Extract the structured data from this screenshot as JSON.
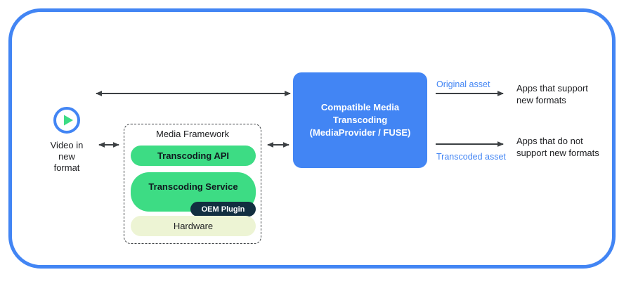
{
  "frame": {
    "border_color": "#4285F4"
  },
  "source": {
    "icon": "play-circle-icon",
    "label": "Video in\nnew\nformat",
    "ring_color": "#4285F4",
    "triangle_color": "#3DDC84"
  },
  "media_framework": {
    "title": "Media Framework",
    "boxes": [
      {
        "label": "Transcoding API",
        "color": "#3DDC84"
      },
      {
        "label": "Transcoding Service",
        "color": "#3DDC84"
      },
      {
        "label": "Hardware",
        "color": "#EDF4D4"
      }
    ],
    "badge": {
      "label": "OEM Plugin",
      "color": "#122E40"
    }
  },
  "cmt": {
    "label": "Compatible Media\nTranscoding\n(MediaProvider / FUSE)",
    "color": "#4285F4"
  },
  "outputs": {
    "original": {
      "asset_label": "Original asset",
      "target_label": "Apps that support\nnew formats"
    },
    "transcoded": {
      "asset_label": "Transcoded asset",
      "target_label": "Apps that do not\nsupport new formats"
    },
    "label_color": "#4285F4",
    "text_color": "#202124"
  },
  "arrows": {
    "color": "#3c4043",
    "top_bidirectional": "video-to-cmt-arrow",
    "left_bidirectional": "video-to-framework-arrow",
    "mid_bidirectional": "framework-to-cmt-arrow",
    "right_top": "cmt-to-supporting-apps-arrow",
    "right_bottom": "cmt-to-nonsupporting-apps-arrow"
  }
}
